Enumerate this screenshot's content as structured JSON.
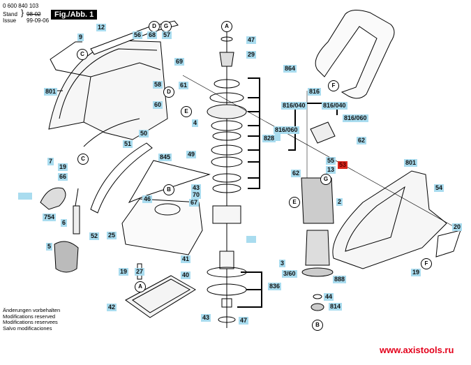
{
  "header": {
    "part_number": "0 600 840 103",
    "stand_label": "Stand",
    "issue_label": "Issue",
    "stand_value": "98-02",
    "issue_value": "99-09-06",
    "figure_title": "Fig./Abb. 1"
  },
  "footer": {
    "notes": [
      "Änderungen vorbehalten",
      "Modifications reserved",
      "Modifications reservees",
      "Salvo modificaciones"
    ],
    "website": "www.axistools.ru"
  },
  "colors": {
    "label_bg": "#a9dcef",
    "highlight_label_bg": "#d9261c",
    "website": "#e3001b"
  },
  "reference_circles": [
    "A",
    "B",
    "C",
    "D",
    "E",
    "F",
    "G"
  ],
  "part_labels": [
    {
      "id": "12",
      "text": "12"
    },
    {
      "id": "56",
      "text": "56"
    },
    {
      "id": "68",
      "text": "68"
    },
    {
      "id": "57",
      "text": "57"
    },
    {
      "id": "9",
      "text": "9"
    },
    {
      "id": "69",
      "text": "69"
    },
    {
      "id": "801a",
      "text": "801"
    },
    {
      "id": "58",
      "text": "58"
    },
    {
      "id": "61",
      "text": "61"
    },
    {
      "id": "60",
      "text": "60"
    },
    {
      "id": "4",
      "text": "4"
    },
    {
      "id": "7",
      "text": "7"
    },
    {
      "id": "19a",
      "text": "19"
    },
    {
      "id": "50",
      "text": "50"
    },
    {
      "id": "51",
      "text": "51"
    },
    {
      "id": "845",
      "text": "845"
    },
    {
      "id": "49",
      "text": "49"
    },
    {
      "id": "66",
      "text": "66"
    },
    {
      "id": "43a",
      "text": "43"
    },
    {
      "id": "70",
      "text": "70"
    },
    {
      "id": "46",
      "text": "46"
    },
    {
      "id": "67",
      "text": "67"
    },
    {
      "id": "754",
      "text": "754"
    },
    {
      "id": "6",
      "text": "6"
    },
    {
      "id": "52",
      "text": "52"
    },
    {
      "id": "25",
      "text": "25"
    },
    {
      "id": "5",
      "text": "5"
    },
    {
      "id": "19b",
      "text": "19"
    },
    {
      "id": "27",
      "text": "27"
    },
    {
      "id": "41",
      "text": "41"
    },
    {
      "id": "40",
      "text": "40"
    },
    {
      "id": "42",
      "text": "42"
    },
    {
      "id": "43b",
      "text": "43"
    },
    {
      "id": "47a",
      "text": "47"
    },
    {
      "id": "29",
      "text": "29"
    },
    {
      "id": "828",
      "text": "828"
    },
    {
      "id": "836",
      "text": "836"
    },
    {
      "id": "47b",
      "text": "47"
    },
    {
      "id": "864",
      "text": "864"
    },
    {
      "id": "816",
      "text": "816"
    },
    {
      "id": "816_040a",
      "text": "816/040"
    },
    {
      "id": "816_040b",
      "text": "816/040"
    },
    {
      "id": "816_060a",
      "text": "816/060"
    },
    {
      "id": "816_060b",
      "text": "816/060"
    },
    {
      "id": "62a",
      "text": "62"
    },
    {
      "id": "55",
      "text": "55"
    },
    {
      "id": "53",
      "text": "53",
      "highlight": true
    },
    {
      "id": "62b",
      "text": "62"
    },
    {
      "id": "13",
      "text": "13"
    },
    {
      "id": "2",
      "text": "2"
    },
    {
      "id": "3",
      "text": "3"
    },
    {
      "id": "3_60",
      "text": "3/60"
    },
    {
      "id": "888",
      "text": "888"
    },
    {
      "id": "44",
      "text": "44"
    },
    {
      "id": "814",
      "text": "814"
    },
    {
      "id": "801b",
      "text": "801"
    },
    {
      "id": "54",
      "text": "54"
    },
    {
      "id": "20",
      "text": "20"
    },
    {
      "id": "19c",
      "text": "19"
    }
  ]
}
